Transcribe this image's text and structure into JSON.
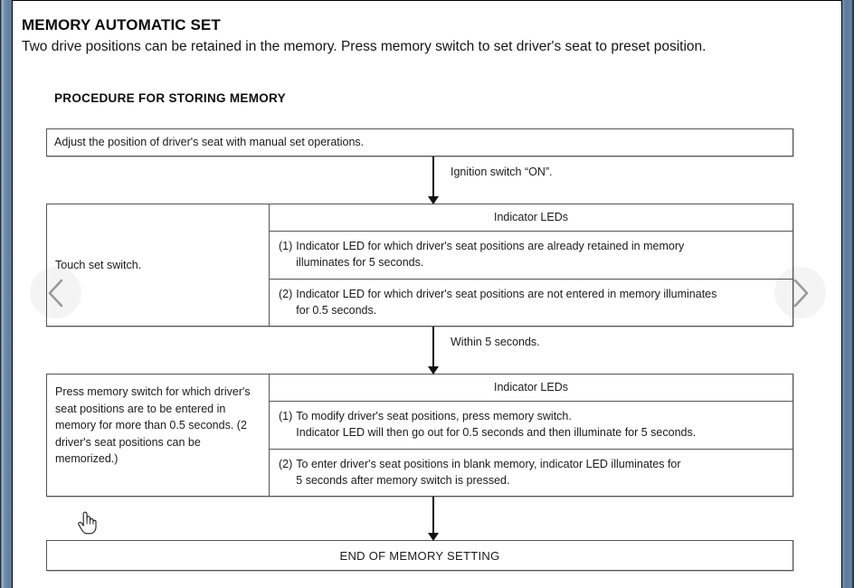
{
  "document": {
    "title": "MEMORY AUTOMATIC SET",
    "intro": "Two drive positions can be retained in the memory. Press memory switch to set driver's seat to preset position.",
    "section_heading": "PROCEDURE FOR STORING MEMORY"
  },
  "flow": {
    "step1": {
      "text": "Adjust the position of driver's seat with manual set operations."
    },
    "connector1": {
      "label": "Ignition switch “ON”."
    },
    "step2": {
      "action": "Touch set switch.",
      "led_header": "Indicator LEDs",
      "items": [
        {
          "num": "(1)",
          "line1": "Indicator LED for which driver's seat positions are already retained in memory",
          "line2": "illuminates for 5 seconds."
        },
        {
          "num": "(2)",
          "line1": "Indicator LED for which driver's seat positions are not entered in memory illuminates",
          "line2": "for 0.5 seconds."
        }
      ]
    },
    "connector2": {
      "label": "Within 5 seconds."
    },
    "step3": {
      "action": "Press memory switch for which driver's seat positions are to be entered in memory for more than 0.5 seconds. (2 driver's seat positions can be memorized.)",
      "led_header": "Indicator LEDs",
      "items": [
        {
          "num": "(1)",
          "line1": "To modify driver's seat positions, press memory switch.",
          "line2": "Indicator LED will then go out for 0.5 seconds and then illuminate for 5 seconds."
        },
        {
          "num": "(2)",
          "line1": "To enter driver's seat positions in blank memory, indicator LED illuminates for",
          "line2": "5 seconds after memory switch is pressed."
        }
      ]
    },
    "connector3": {
      "label": ""
    },
    "end": {
      "text": "END OF MEMORY SETTING"
    }
  },
  "viewer": {
    "prev_icon": "chevron-left-icon",
    "next_icon": "chevron-right-icon",
    "gutter_color": "#5d7b9c",
    "edge_color": "#20303f"
  },
  "cursor": {
    "icon": "pointing-hand-cursor"
  }
}
